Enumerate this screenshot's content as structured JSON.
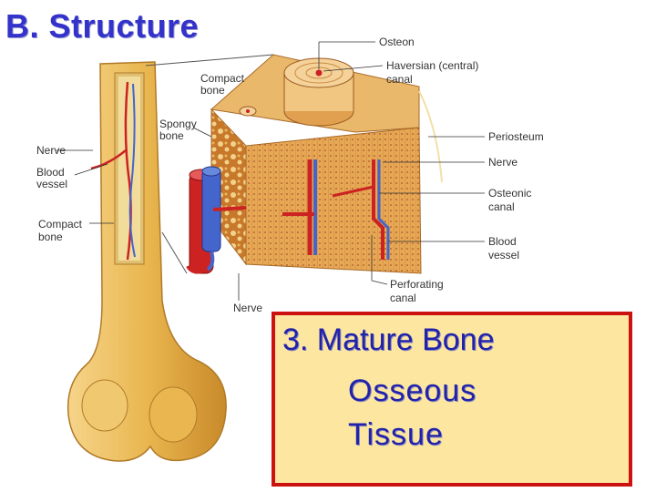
{
  "slide_title": "B.  Structure",
  "diagram": {
    "labels": {
      "osteon": "Osteon",
      "haversian_1": "Haversian (central)",
      "haversian_2": "canal",
      "compact_bone_top_1": "Compact",
      "compact_bone_top_2": "bone",
      "spongy_bone_1": "Spongy",
      "spongy_bone_2": "bone",
      "nerve_left": "Nerve",
      "blood_vessel_left_1": "Blood",
      "blood_vessel_left_2": "vessel",
      "compact_bone_left_1": "Compact",
      "compact_bone_left_2": "bone",
      "periosteum": "Periosteum",
      "nerve_right": "Nerve",
      "osteonic_canal_1": "Osteonic",
      "osteonic_canal_2": "canal",
      "blood_vessel_right_1": "Blood",
      "blood_vessel_right_2": "vessel",
      "perforating_canal_1": "Perforating",
      "perforating_canal_2": "canal",
      "nerve_bottom": "Nerve"
    }
  },
  "callout": {
    "heading": "3. Mature Bone",
    "line1": "Osseous",
    "line2": "Tissue"
  },
  "colors": {
    "title": "#3333cc",
    "callout_bg": "#fde7a0",
    "callout_border": "#cc1111",
    "bone": "#e8b04a",
    "artery": "#cc2222",
    "vein": "#4466cc"
  }
}
